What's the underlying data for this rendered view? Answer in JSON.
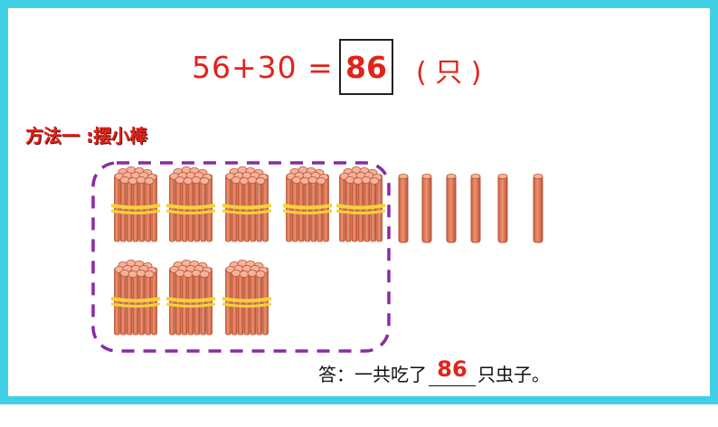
{
  "equation": {
    "expression": "56+30 =",
    "result": "86",
    "unit": "( 只 )"
  },
  "method": {
    "label": "方法一",
    "colon": ":",
    "name": "摆小棒"
  },
  "sticks": {
    "bundles": 8,
    "singles": 6,
    "bundle_size": 10
  },
  "answer": {
    "prefix": "答：一共吃了",
    "value": "86",
    "suffix": "只虫子。"
  },
  "colors": {
    "frame": "#3fd0e6",
    "accent": "#e0241b",
    "stick": "#e97f5e",
    "stick_dark": "#b8553a",
    "band": "#f5d23a",
    "dashed_border": "#8a2aa6"
  }
}
